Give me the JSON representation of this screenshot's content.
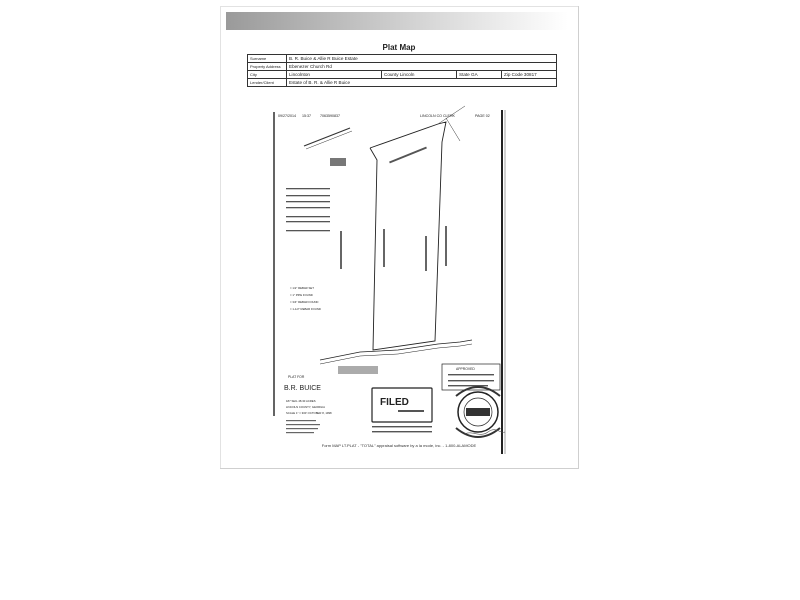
{
  "header": {
    "title": "Plat Map"
  },
  "info": {
    "surname_label": "Surname",
    "surname": "B. R. Buice & Allie R Buice Estate",
    "address_label": "Property Address",
    "address": "Ebenezer Church Rd",
    "city_label": "City",
    "city": "Lincolnton",
    "county_label": "County",
    "county": "Lincoln",
    "state_label": "State",
    "state": "GA",
    "zip_label": "Zip Code",
    "zip": "30817",
    "lender_label": "Lender/Client",
    "lender": "Estate of B. R. & Allie R Buice"
  },
  "plat": {
    "fax_date": "09/27/2014",
    "fax_time": "15:37",
    "fax_number": "7063590837",
    "fax_from": "LINCOLN CO CLERK",
    "fax_page": "PAGE 02",
    "plat_for": "PLAT FOR",
    "owner": "B.R. BUICE",
    "acres": "187 SHIL 48.30 ACRES",
    "county_line": "LINCOLN COUNTY, GEORGIA",
    "scale_line": "SCALE 1\" = 300'   OCTOBER 8, 1998",
    "stamp": "FILED",
    "approved": "APPROVED",
    "legend": [
      "= 1/2\" REBAR SET",
      "= 1\" PIPE FOUND",
      "= 3/4\" REBAR FOUND",
      "= 1-1/2\" REBAR FOUND"
    ]
  },
  "footer": {
    "text": "Form MAP  LT.PLAT - \"TOTAL\" appraisal software by a la mode, inc. - 1-800-ALAMODE"
  }
}
